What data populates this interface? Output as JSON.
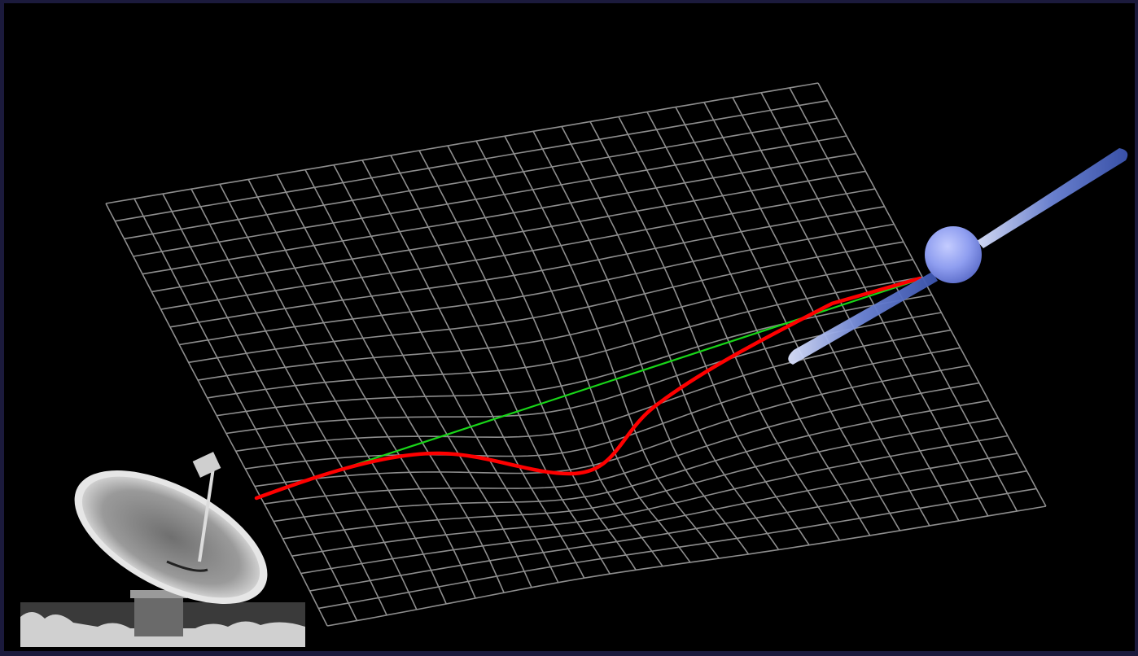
{
  "figure": {
    "caption": "",
    "elements": [
      "radio-telescope-dish",
      "spacetime-grid",
      "gravitational-well",
      "pulsar-star",
      "pulsar-beam",
      "straight-signal-path",
      "curved-signal-path"
    ]
  },
  "colors": {
    "frame": "#1b1a3c",
    "space": "#000000",
    "grid": "#8e8e8e",
    "straight_path": "#19d619",
    "curved_path": "#ff0000",
    "pulsar": "#8f9ef0",
    "beam": "#7f95e0",
    "telescope": "#c8c8c8"
  },
  "grid": {
    "rows": 24,
    "cols": 25,
    "well_depth": 0.55
  }
}
